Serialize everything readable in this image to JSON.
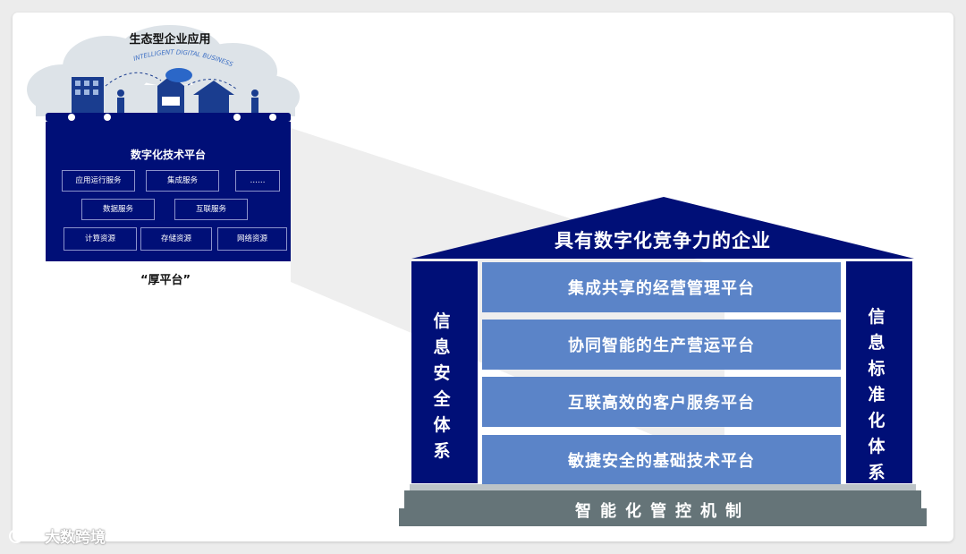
{
  "cloud": {
    "title": "生态型企业应用",
    "arc_text": "INTELLIGENT DIGITAL BUSINESS"
  },
  "mini_platform": {
    "title": "数字化技术平台",
    "row1": [
      "应用运行服务",
      "集成服务",
      "……"
    ],
    "row2": [
      "数据服务",
      "互联服务"
    ],
    "row3": [
      "计算资源",
      "存储资源",
      "网络资源"
    ],
    "label": "“厚平台”"
  },
  "building": {
    "roof": "具有数字化竞争力的企业",
    "left_pillar": [
      "信",
      "息",
      "安",
      "全",
      "体",
      "系"
    ],
    "right_pillar": [
      "信",
      "息",
      "标",
      "准",
      "化",
      "体",
      "系"
    ],
    "floors": [
      "集成共享的经营管理平台",
      "协同智能的生产营运平台",
      "互联高效的客户服务平台",
      "敏捷安全的基础技术平台"
    ],
    "base": "智能化管控机制"
  },
  "watermark": "大数跨境",
  "colors": {
    "navy": "#000f77",
    "floor_blue": "#5b84c8",
    "base_gray": "#657478"
  }
}
